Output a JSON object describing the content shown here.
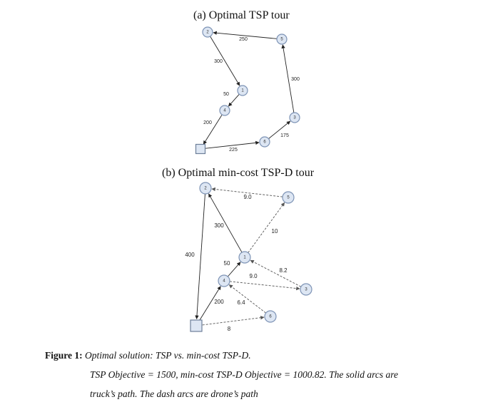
{
  "panel_a": {
    "title": "(a) Optimal TSP tour",
    "nodes": [
      "2",
      "5",
      "1",
      "4",
      "3",
      "6",
      ""
    ],
    "edges": [
      {
        "from": "5",
        "to": "2",
        "label": "250",
        "style": "solid"
      },
      {
        "from": "2",
        "to": "1",
        "label": "300",
        "style": "solid"
      },
      {
        "from": "1",
        "to": "4",
        "label": "50",
        "style": "solid"
      },
      {
        "from": "4",
        "to": "depot",
        "label": "200",
        "style": "solid"
      },
      {
        "from": "depot",
        "to": "6",
        "label": "225",
        "style": "solid"
      },
      {
        "from": "6",
        "to": "3",
        "label": "175",
        "style": "solid"
      },
      {
        "from": "3",
        "to": "5",
        "label": "300",
        "style": "solid"
      }
    ]
  },
  "panel_b": {
    "title": "(b) Optimal min-cost TSP-D tour",
    "nodes": [
      "2",
      "5",
      "1",
      "4",
      "3",
      "6",
      ""
    ],
    "edges": [
      {
        "from": "5",
        "to": "2",
        "label": "9.0",
        "style": "dashed"
      },
      {
        "from": "1",
        "to": "2",
        "label": "300",
        "style": "solid"
      },
      {
        "from": "1",
        "to": "5",
        "label": "10",
        "style": "dashed"
      },
      {
        "from": "2",
        "to": "depot",
        "label": "400",
        "style": "solid"
      },
      {
        "from": "4",
        "to": "1",
        "label": "50",
        "style": "solid"
      },
      {
        "from": "3",
        "to": "1",
        "label": "8.2",
        "style": "dashed"
      },
      {
        "from": "4",
        "to": "3",
        "label": "9.0",
        "style": "dashed"
      },
      {
        "from": "depot",
        "to": "4",
        "label": "200",
        "style": "solid"
      },
      {
        "from": "6",
        "to": "4",
        "label": "6.4",
        "style": "dashed"
      },
      {
        "from": "depot",
        "to": "6",
        "label": "8",
        "style": "dashed"
      }
    ]
  },
  "caption": {
    "figure_label": "Figure 1:",
    "title": "Optimal solution: TSP vs. min-cost TSP-D.",
    "line2": "TSP Objective = 1500, min-cost TSP-D Objective = 1000.82.  The solid arcs are",
    "line3": "truck’s path. The dash arcs are drone’s path"
  }
}
